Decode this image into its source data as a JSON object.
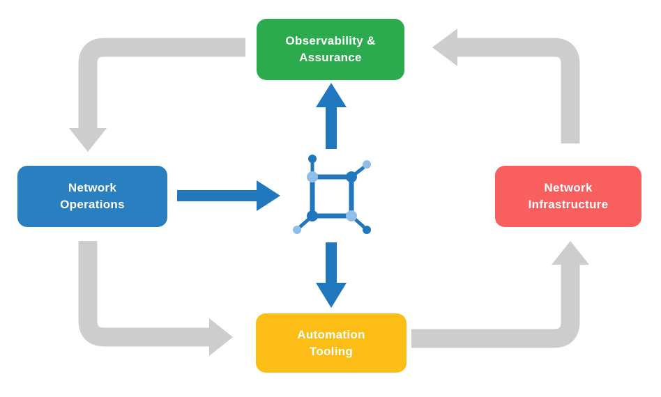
{
  "diagram": {
    "type": "cycle-flow",
    "nodes": {
      "observability": {
        "line1": "Observability &",
        "line2": "Assurance",
        "color": "#2BAB4D"
      },
      "network_operations": {
        "line1": "Network",
        "line2": "Operations",
        "color": "#2A7FC0"
      },
      "network_infrastructure": {
        "line1": "Network",
        "line2": "Infrastructure",
        "color": "#F95F5F"
      },
      "automation_tooling": {
        "line1": "Automation",
        "line2": "Tooling",
        "color": "#FBBD16"
      }
    },
    "center_icon": {
      "name": "network-topology-icon",
      "primary_color": "#2077BD",
      "secondary_color": "#8FBFE8"
    },
    "edges": [
      {
        "from": "observability",
        "to": "network_operations",
        "style": "gray"
      },
      {
        "from": "network_operations",
        "to": "automation_tooling",
        "style": "gray"
      },
      {
        "from": "automation_tooling",
        "to": "network_infrastructure",
        "style": "gray"
      },
      {
        "from": "network_infrastructure",
        "to": "observability",
        "style": "gray"
      },
      {
        "from": "network_operations",
        "to": "center_icon",
        "style": "blue"
      },
      {
        "from": "center_icon",
        "to": "observability",
        "style": "blue"
      },
      {
        "from": "center_icon",
        "to": "automation_tooling",
        "style": "blue"
      }
    ],
    "colors": {
      "arrow_gray": "#CDCDCD",
      "arrow_blue": "#2077BD"
    }
  }
}
